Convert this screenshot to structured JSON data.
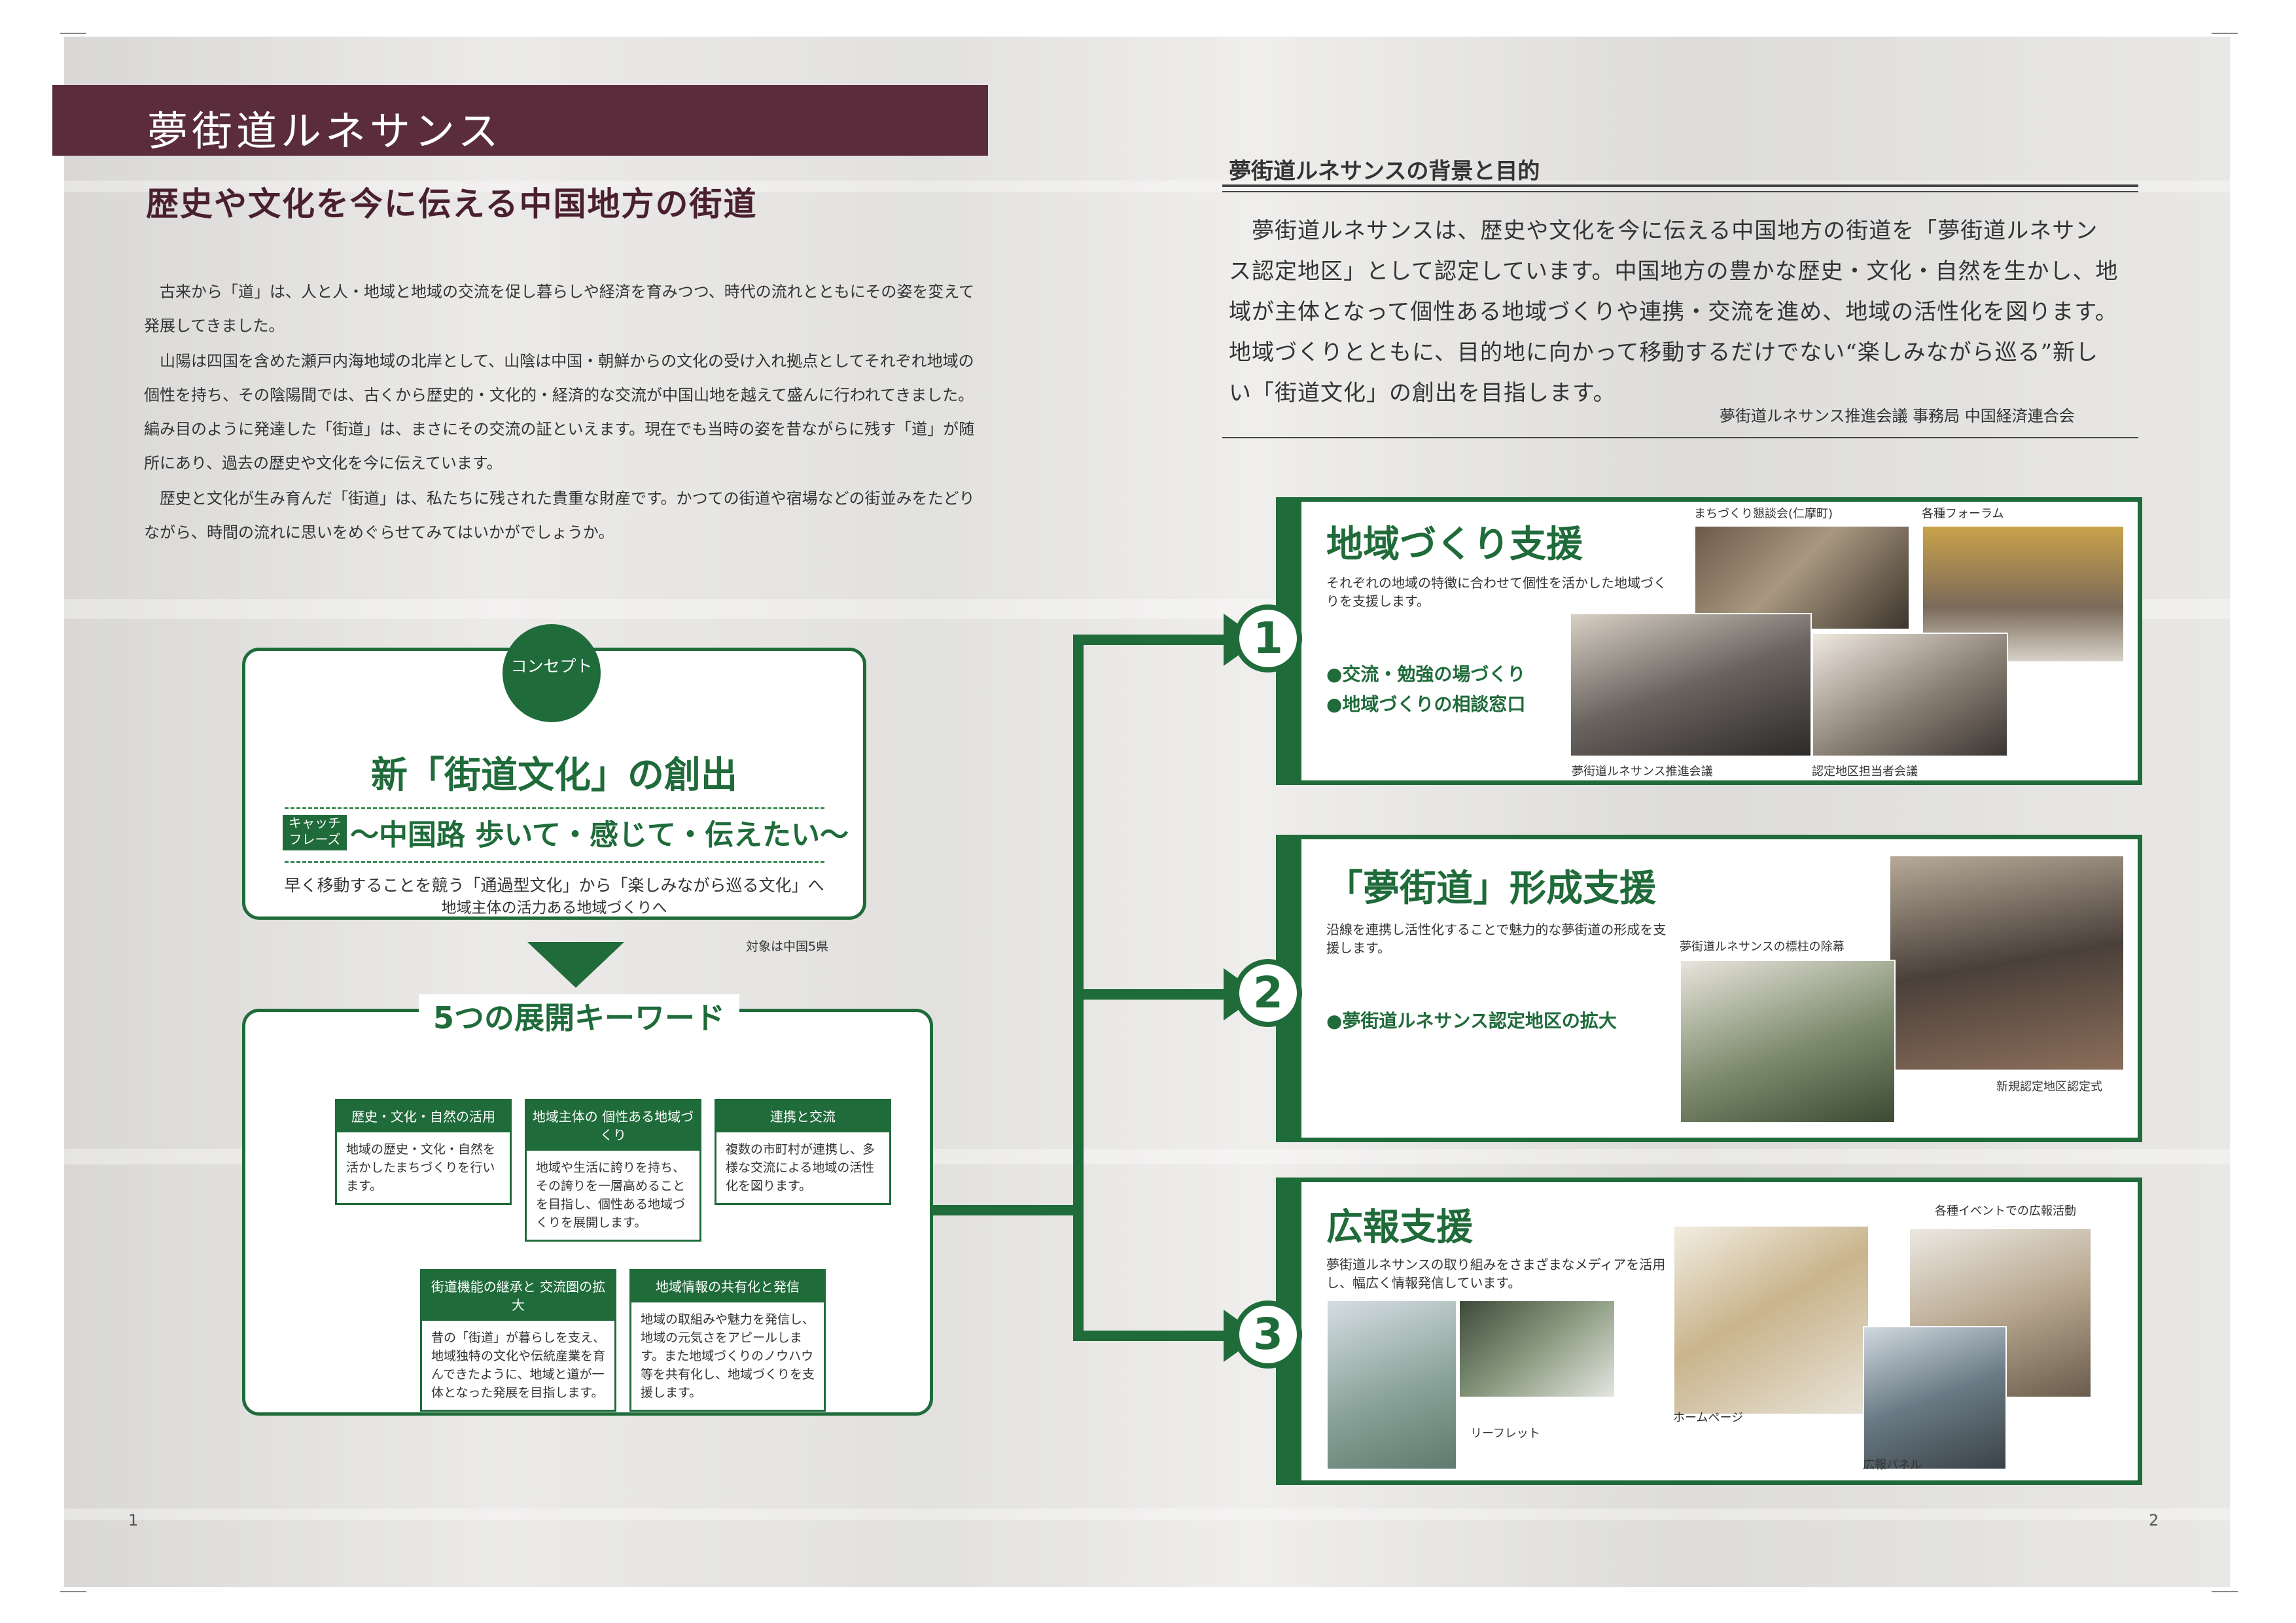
{
  "header": {
    "title": "夢街道ルネサンス"
  },
  "subtitle": "歴史や文化を今に伝える中国地方の街道",
  "intro_paragraphs": [
    "　古来から「道」は、人と人・地域と地域の交流を促し暮らしや経済を育みつつ、時代の流れとともにその姿を変えて発展してきました。",
    "　山陽は四国を含めた瀬戸内海地域の北岸として、山陰は中国・朝鮮からの文化の受け入れ拠点としてそれぞれ地域の個性を持ち、その陰陽間では、古くから歴史的・文化的・経済的な交流が中国山地を越えて盛んに行われてきました。編み目のように発達した「街道」は、まさにその交流の証といえます。現在でも当時の姿を昔ながらに残す「道」が随所にあり、過去の歴史や文化を今に伝えています。",
    "　歴史と文化が生み育んだ「街道」は、私たちに残された貴重な財産です。かつての街道や宿場などの街並みをたどりながら、時間の流れに思いをめぐらせてみてはいかがでしょうか。"
  ],
  "concept": {
    "badge": "コンセプト",
    "title": "新「街道文化」の創出",
    "catch_badge": "キャッチ フレーズ",
    "catch_phrase": "～中国路 歩いて・感じて・伝えたい～",
    "desc_line1": "早く移動することを競う「通過型文化」から「楽しみながら巡る文化」へ",
    "desc_line2": "地域主体の活力ある地域づくりへ",
    "note": "対象は中国5県"
  },
  "keywords": {
    "title": "5つの展開キーワード",
    "cards": [
      {
        "head": "歴史・文化・自然の活用",
        "body": "地域の歴史・文化・自然を活かしたまちづくりを行います。"
      },
      {
        "head": "地域主体の 個性ある地域づくり",
        "body": "地域や生活に誇りを持ち、その誇りを一層高めることを目指し、個性ある地域づくりを展開します。"
      },
      {
        "head": "連携と交流",
        "body": "複数の市町村が連携し、多様な交流による地域の活性化を図ります。"
      },
      {
        "head": "街道機能の継承と 交流圏の拡大",
        "body": "昔の「街道」が暮らしを支え、地域独特の文化や伝統産業を育んできたように、地域と道が一体となった発展を目指します。"
      },
      {
        "head": "地域情報の共有化と発信",
        "body": "地域の取組みや魅力を発信し、地域の元気さをアピールします。また地域づくりのノウハウ等を共有化し、地域づくりを支援します。"
      }
    ]
  },
  "background": {
    "title": "夢街道ルネサンスの背景と目的",
    "text": "　夢街道ルネサンスは、歴史や文化を今に伝える中国地方の街道を「夢街道ルネサンス認定地区」として認定しています。中国地方の豊かな歴史・文化・自然を生かし、地域が主体となって個性ある地域づくりや連携・交流を進め、地域の活性化を図ります。地域づくりとともに、目的地に向かって移動するだけでない“楽しみながら巡る”新しい「街道文化」の創出を目指します。",
    "signature": "夢街道ルネサンス推進会議 事務局 中国経済連合会"
  },
  "panels": [
    {
      "number": "1",
      "title": "地域づくり支援",
      "desc": "それぞれの地域の特徴に合わせて個性を活かした地域づくりを支援します。",
      "bullets": [
        "●交流・勉強の場づくり",
        "●地域づくりの相談窓口"
      ],
      "captions": [
        "まちづくり懇談会(仁摩町)",
        "各種フォーラム",
        "夢街道ルネサンス推進会議",
        "認定地区担当者会議"
      ]
    },
    {
      "number": "2",
      "title": "「夢街道」形成支援",
      "desc": "沿線を連携し活性化することで魅力的な夢街道の形成を支援します。",
      "bullets": [
        "●夢街道ルネサンス認定地区の拡大"
      ],
      "captions": [
        "夢街道ルネサンスの標柱の除幕",
        "新規認定地区認定式"
      ]
    },
    {
      "number": "3",
      "title": "広報支援",
      "desc": "夢街道ルネサンスの取り組みをさまざまなメディアを活用し、幅広く情報発信しています。",
      "bullets": [],
      "captions": [
        "各種イベントでの広報活動",
        "リーフレット",
        "ホームページ",
        "広報パネル"
      ]
    }
  ],
  "page_numbers": {
    "left": "1",
    "right": "2"
  },
  "colors": {
    "green": "#1f6b3a",
    "maroon": "#5a2c3c"
  }
}
